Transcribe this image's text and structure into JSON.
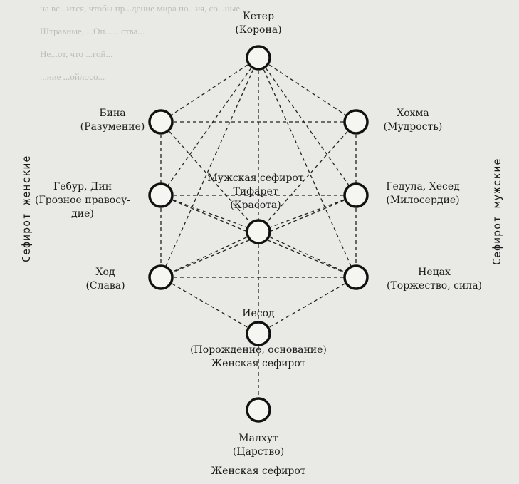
{
  "background_text": [
    "на вс...ится, чтобы пр...дение мира по...ия, со...ные...",
    "Штравные, ...Оп... ...ства...",
    "Не...от, что ...гой...",
    "...ние ...ойлосо..."
  ],
  "side_labels": {
    "left": "Сефирот женские",
    "right": "Сефирот мужские"
  },
  "nodes": [
    {
      "id": "keter",
      "lines": [
        "Кетер",
        "(Корона)"
      ]
    },
    {
      "id": "bina",
      "lines": [
        "Бина",
        "(Разумение)"
      ]
    },
    {
      "id": "hokhma",
      "lines": [
        "Хохма",
        "(Мудрость)"
      ]
    },
    {
      "id": "gebur",
      "lines": [
        "Гебур, Дин",
        "(Грозное правосу-",
        "дие)"
      ]
    },
    {
      "id": "gedula",
      "lines": [
        "Гедула, Хесед",
        "(Милосердие)"
      ]
    },
    {
      "id": "tifaret",
      "lines": [
        "Мужская сефирот",
        "Тифарет",
        "(Красота)"
      ]
    },
    {
      "id": "hod",
      "lines": [
        "Ход",
        "(Слава)"
      ]
    },
    {
      "id": "netsah",
      "lines": [
        "Нецах",
        "(Торжество, сила)"
      ]
    },
    {
      "id": "iesod",
      "lines": [
        "Иесод",
        "(Порождение, основание)",
        "Женская сефирот"
      ]
    },
    {
      "id": "malkhut",
      "lines": [
        "Малхут",
        "(Царство)",
        "Женская сефирот"
      ]
    }
  ],
  "edges": [
    [
      "keter",
      "bina"
    ],
    [
      "keter",
      "hokhma"
    ],
    [
      "keter",
      "gebur"
    ],
    [
      "keter",
      "gedula"
    ],
    [
      "keter",
      "tifaret"
    ],
    [
      "keter",
      "hod"
    ],
    [
      "keter",
      "netsah"
    ],
    [
      "bina",
      "hokhma"
    ],
    [
      "bina",
      "gebur"
    ],
    [
      "bina",
      "tifaret"
    ],
    [
      "hokhma",
      "gedula"
    ],
    [
      "hokhma",
      "tifaret"
    ],
    [
      "gebur",
      "gedula"
    ],
    [
      "gebur",
      "tifaret"
    ],
    [
      "gebur",
      "hod"
    ],
    [
      "gebur",
      "netsah"
    ],
    [
      "gedula",
      "tifaret"
    ],
    [
      "gedula",
      "netsah"
    ],
    [
      "gedula",
      "hod"
    ],
    [
      "tifaret",
      "hod"
    ],
    [
      "tifaret",
      "netsah"
    ],
    [
      "tifaret",
      "iesod"
    ],
    [
      "hod",
      "netsah"
    ],
    [
      "hod",
      "iesod"
    ],
    [
      "netsah",
      "iesod"
    ],
    [
      "iesod",
      "malkhut"
    ]
  ]
}
